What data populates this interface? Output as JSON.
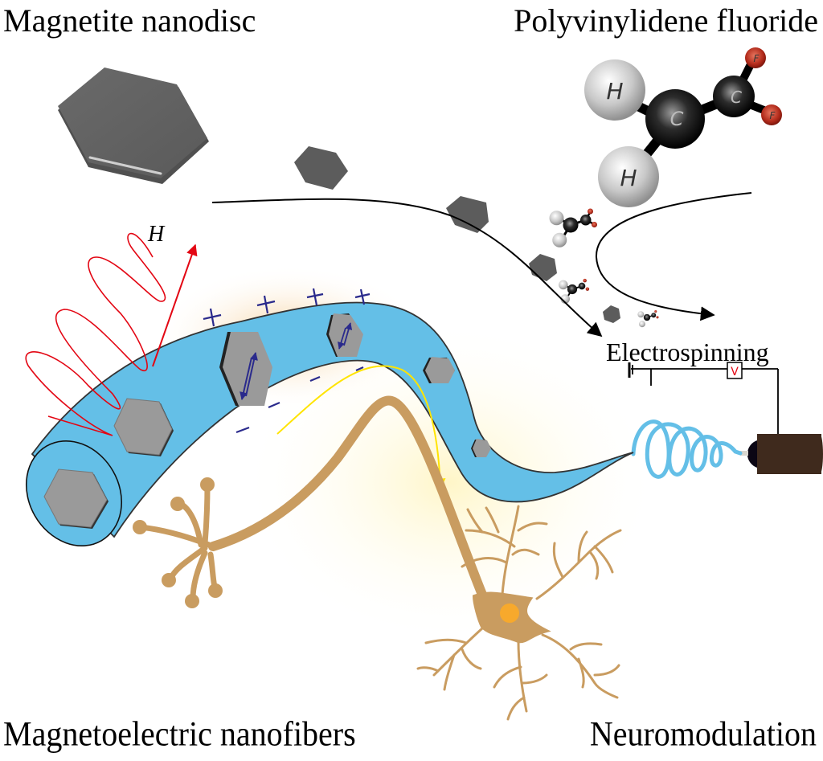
{
  "labels": {
    "magnetite_nanodisc": "Magnetite nanodisc",
    "polyvinylidene_fluoride": "Polyvinylidene fluoride",
    "electrospinning": "Electrospinning",
    "magnetoelectric_nanofibers": "Magnetoelectric nanofibers",
    "neuromodulation": "Neuromodulation",
    "magnetic_field": "H"
  },
  "molecule": {
    "atoms": {
      "hydrogen": "H",
      "carbon": "C",
      "fluorine": "F"
    }
  },
  "circuit": {
    "voltage_source_label": "V"
  },
  "charges": {
    "positive": "+",
    "negative": "–"
  },
  "colors": {
    "nanofiber_blue": "#64bfe7",
    "nanodisc_gray": "#5e5e5e",
    "embedded_disc_gray": "#9a9a9a",
    "field_red": "#e30613",
    "charge_navy": "#2a2a8c",
    "neuron_tan": "#c99c60",
    "nucleus_orange": "#f7a92c",
    "signal_yellow": "#ffe400",
    "fluorine_red": "#c0392b",
    "needle_brown": "#3f2a1d"
  }
}
